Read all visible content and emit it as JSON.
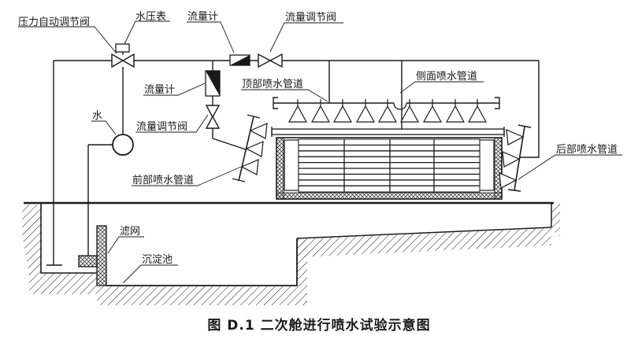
{
  "colors": {
    "ink": "#1a1a1a",
    "background": "#ffffff"
  },
  "labels": {
    "pressure_auto_valve": "压力自动调节阀",
    "water_pressure_gauge": "水压表",
    "flow_meter_main": "流量计",
    "flow_valve_main": "流量调节阀",
    "flow_meter_front": "流量计",
    "flow_valve_front": "流量调节阀",
    "water": "水",
    "top_spray_pipe": "顶部喷水管道",
    "side_spray_pipe": "侧面喷水管道",
    "front_spray_pipe": "前部喷水管道",
    "rear_spray_pipe": "后部喷水管道",
    "filter_screen": "滤网",
    "sedimentation_pool": "沉淀池"
  },
  "caption": "图 D.1  二次舱进行喷水试验示意图"
}
